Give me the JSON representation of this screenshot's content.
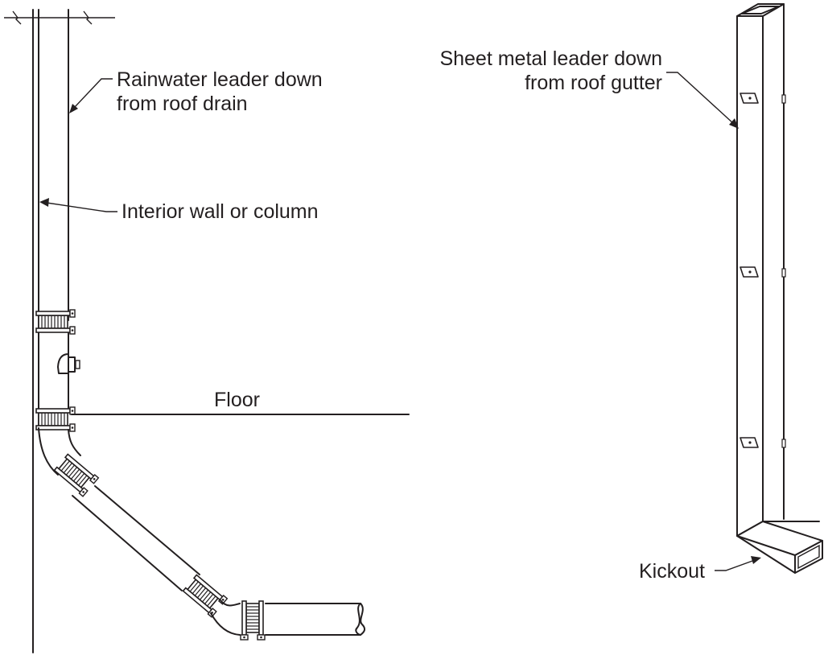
{
  "labels": {
    "rainwater_leader": [
      "Rainwater leader down",
      "from roof drain"
    ],
    "interior_wall": "Interior wall or column",
    "floor": "Floor",
    "sheet_metal_leader": [
      "Sheet metal leader down",
      "from roof gutter"
    ],
    "kickout": "Kickout"
  },
  "colors": {
    "line": "#231f20",
    "background": "#ffffff"
  }
}
